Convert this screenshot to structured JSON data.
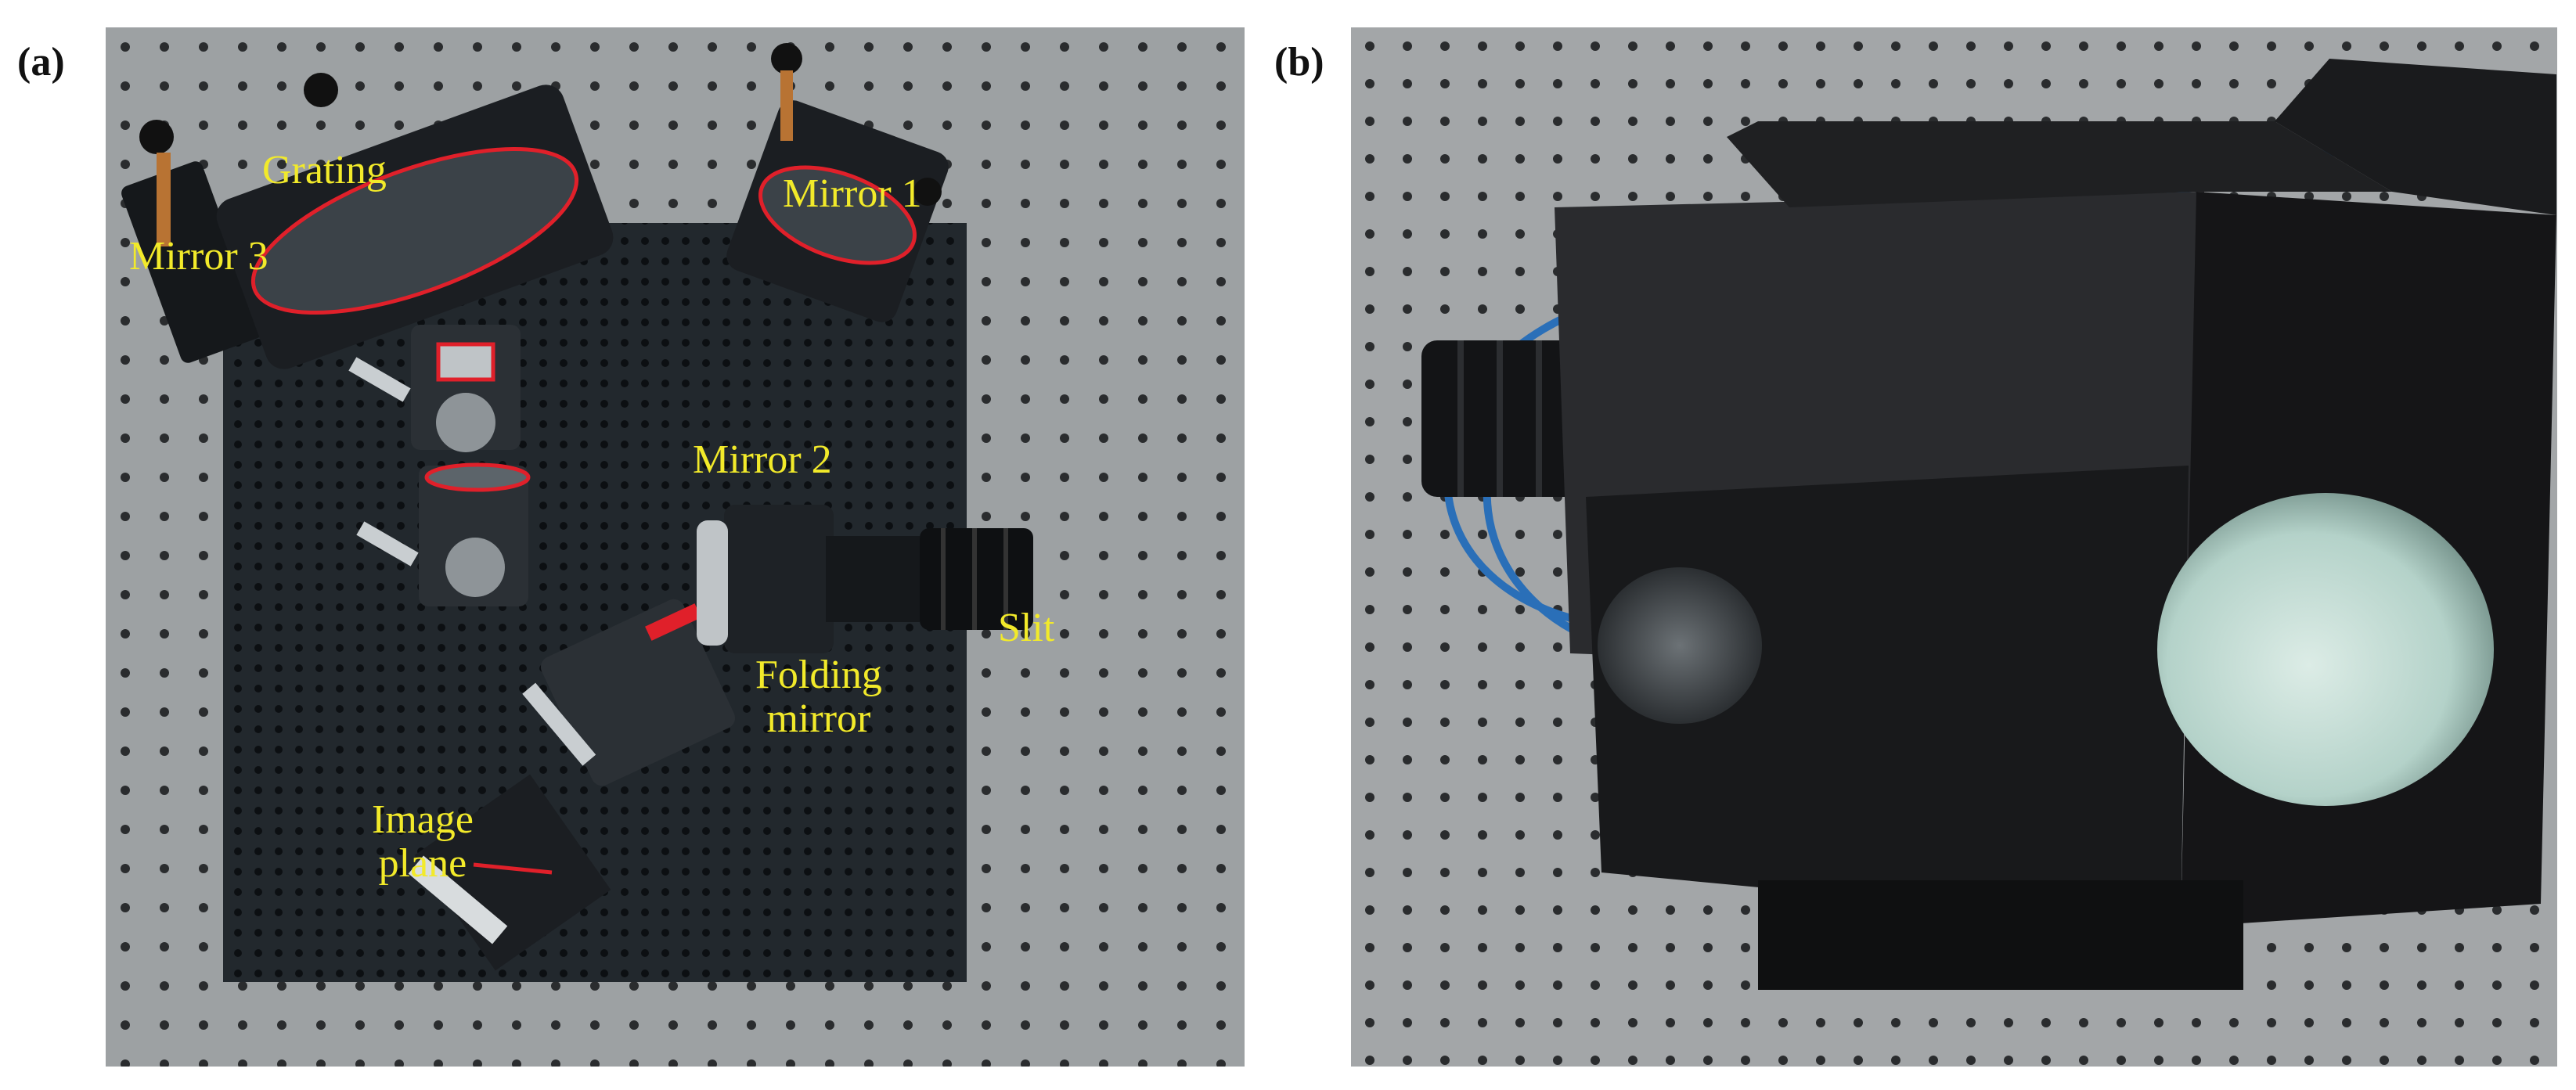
{
  "panels": [
    {
      "letter": "(a)",
      "labels": {
        "grating": "Grating",
        "mirror1": "Mirror 1",
        "mirror3": "Mirror 3",
        "mirror2": "Mirror 2",
        "slit": "Slit",
        "folding_mirror": "Folding\nmirror",
        "image_plane": "Image\nplane"
      }
    },
    {
      "letter": "(b)"
    }
  ],
  "colors": {
    "label": "#f2ea2a",
    "highlight": "#e0202a",
    "table": "#9a9ea1",
    "breadboard": "#20262b",
    "housing": "#1c1c1e",
    "lens": "#bcd9d0",
    "cable": "#2a6fb8"
  }
}
